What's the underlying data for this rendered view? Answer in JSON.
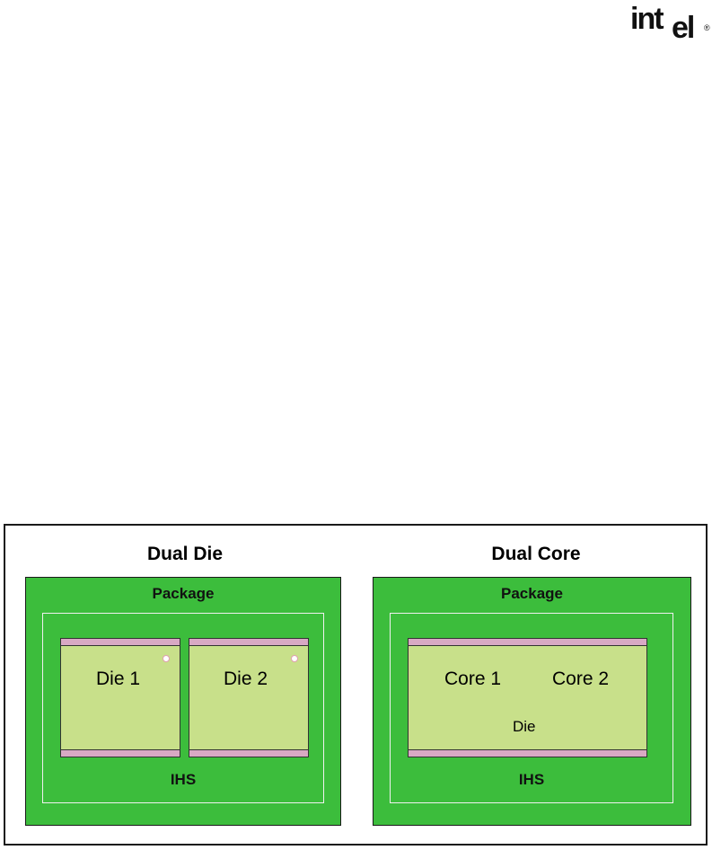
{
  "logo": {
    "main": "int",
    "tail": "el",
    "mark": "®"
  },
  "figure": {
    "left": {
      "title": "Dual Die",
      "package_label": "Package",
      "ihs_label": "IHS",
      "dies": [
        {
          "label": "Die 1"
        },
        {
          "label": "Die 2"
        }
      ]
    },
    "right": {
      "title": "Dual Core",
      "package_label": "Package",
      "ihs_label": "IHS",
      "cores": [
        {
          "label": "Core 1"
        },
        {
          "label": "Core 2"
        }
      ],
      "die_label": "Die"
    }
  },
  "colors": {
    "package": "#3cbd3c",
    "die": "#c8e08a",
    "bar": "#d8a9c4",
    "ihs_outline": "#f0f0f0"
  }
}
